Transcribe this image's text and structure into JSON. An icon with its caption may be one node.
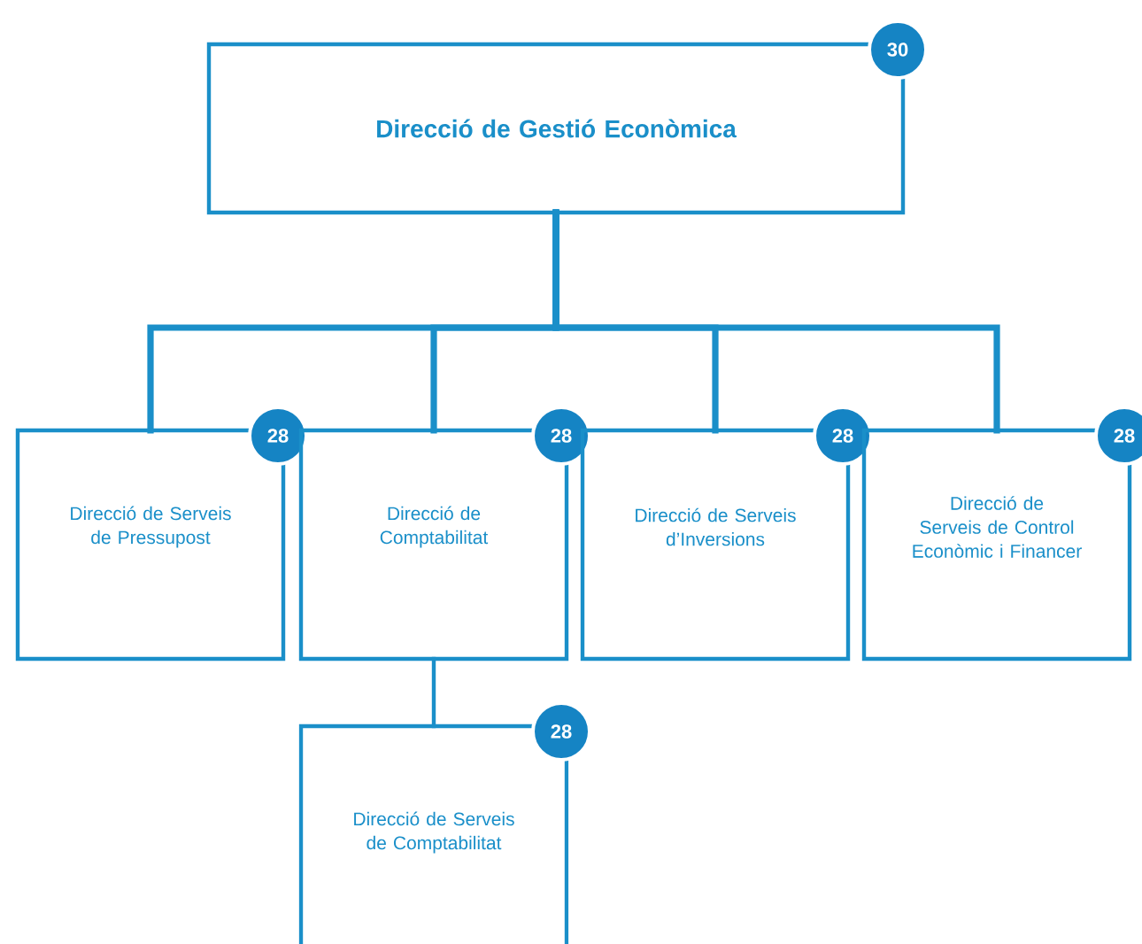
{
  "diagram": {
    "nodes": [
      {
        "text": [
          "Direcció de  Gestió Econòmica",
          "30"
        ]
      },
      {
        "text": [
          "Direcció de Serveis de Pressupost",
          "28"
        ]
      },
      {
        "text": [
          "Direcció de Comptabilitat",
          "28"
        ]
      },
      {
        "text": [
          "Direcció de Serveis d’Inversions",
          "28"
        ]
      },
      {
        "text": [
          "Direcció de Serveis de Control Econòmic i Financer",
          "28"
        ]
      },
      {
        "text": [
          "Direcció de Serveis de Comptabilitat",
          "28"
        ]
      }
    ],
    "edges": [
      {
        "from": 0,
        "to": 1,
        "arrow": "none"
      },
      {
        "from": 0,
        "to": 2,
        "arrow": "none"
      },
      {
        "from": 0,
        "to": 3,
        "arrow": "none"
      },
      {
        "from": 0,
        "to": 4,
        "arrow": "none"
      },
      {
        "from": 2,
        "to": 5,
        "arrow": "none"
      }
    ]
  }
}
